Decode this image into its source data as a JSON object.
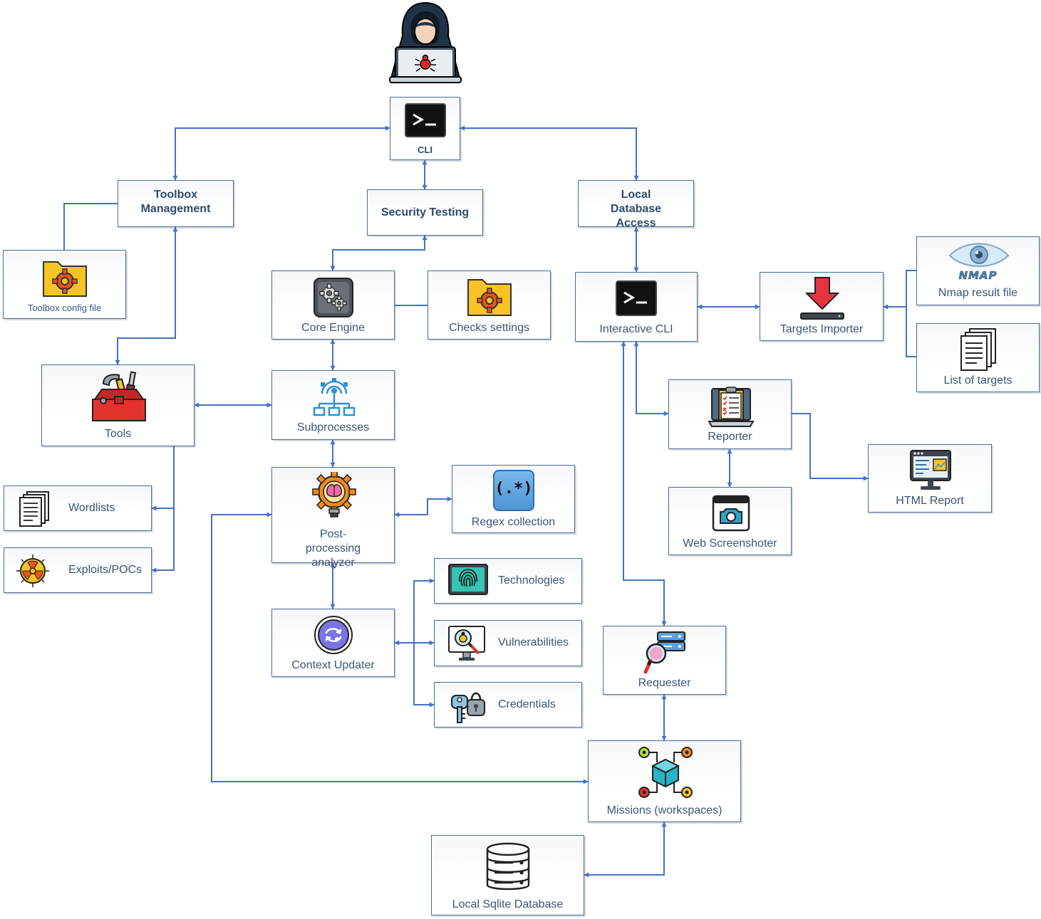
{
  "colors": {
    "connector": "#4472c4",
    "border": "#4a6d94",
    "text": "#3b5577"
  },
  "hacker": {
    "icon": "hacker-with-laptop-icon"
  },
  "nodes": {
    "cli": {
      "label": "CLI",
      "icon": "terminal-icon"
    },
    "toolbox_management": {
      "label": "Toolbox Management"
    },
    "security_testing": {
      "label": "Security Testing"
    },
    "local_database_access": {
      "label": "Local Database Access"
    },
    "toolbox_config_file": {
      "label": "Toolbox config file",
      "icon": "gear-folder-icon"
    },
    "core_engine": {
      "label": "Core Engine",
      "icon": "gears-icon"
    },
    "checks_settings": {
      "label": "Checks settings",
      "icon": "gear-folder-icon"
    },
    "interactive_cli": {
      "label": "Interactive CLI",
      "icon": "terminal-icon"
    },
    "targets_importer": {
      "label": "Targets Importer",
      "icon": "download-arrow-icon"
    },
    "nmap_result_file": {
      "label": "Nmap result file",
      "icon": "nmap-eye-icon",
      "logo_text": "NMAP"
    },
    "list_of_targets": {
      "label": "List of targets",
      "icon": "documents-icon"
    },
    "tools": {
      "label": "Tools",
      "icon": "toolbox-icon"
    },
    "subprocesses": {
      "label": "Subprocesses",
      "icon": "gear-hierarchy-icon"
    },
    "reporter": {
      "label": "Reporter",
      "icon": "clipboard-laptop-icon"
    },
    "html_report": {
      "label": "HTML Report",
      "icon": "monitor-code-icon"
    },
    "wordlists": {
      "label": "Wordlists",
      "icon": "documents-icon"
    },
    "exploits_pocs": {
      "label": "Exploits/POCs",
      "icon": "radiation-icon"
    },
    "post_processing_analyzer": {
      "label": "Post-processing analyzer",
      "icon": "brain-gear-bulb-icon"
    },
    "regex_collection": {
      "label": "Regex collection",
      "icon": "regex-icon",
      "icon_text": "(.*)"
    },
    "web_screenshoter": {
      "label": "Web Screenshoter",
      "icon": "browser-camera-icon"
    },
    "technologies": {
      "label": "Technologies",
      "icon": "fingerprint-icon"
    },
    "vulnerabilities": {
      "label": "Vulnerabilities",
      "icon": "bug-magnifier-icon"
    },
    "credentials": {
      "label": "Credentials",
      "icon": "keys-icon"
    },
    "context_updater": {
      "label": "Context Updater",
      "icon": "refresh-circle-icon"
    },
    "requester": {
      "label": "Requester",
      "icon": "server-search-icon"
    },
    "missions": {
      "label": "Missions (workspaces)",
      "icon": "network-cube-icon"
    },
    "local_sqlite_database": {
      "label": "Local Sqlite Database",
      "icon": "database-icon"
    }
  }
}
